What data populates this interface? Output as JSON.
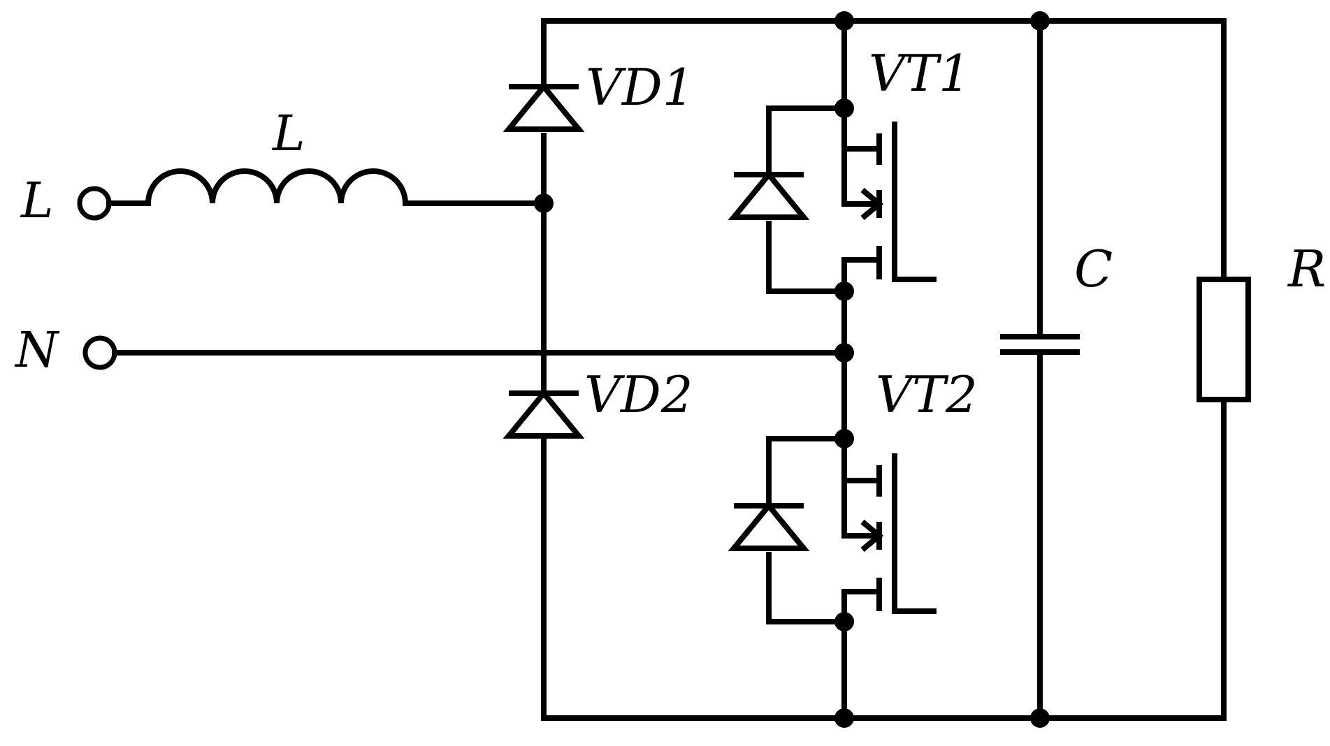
{
  "terminals": {
    "line": "L",
    "neutral": "N"
  },
  "components": {
    "inductor": "L",
    "diode_top": "VD1",
    "diode_bottom": "VD2",
    "switch_top": "VT1",
    "switch_bottom": "VT2",
    "capacitor": "C",
    "resistor": "R"
  }
}
